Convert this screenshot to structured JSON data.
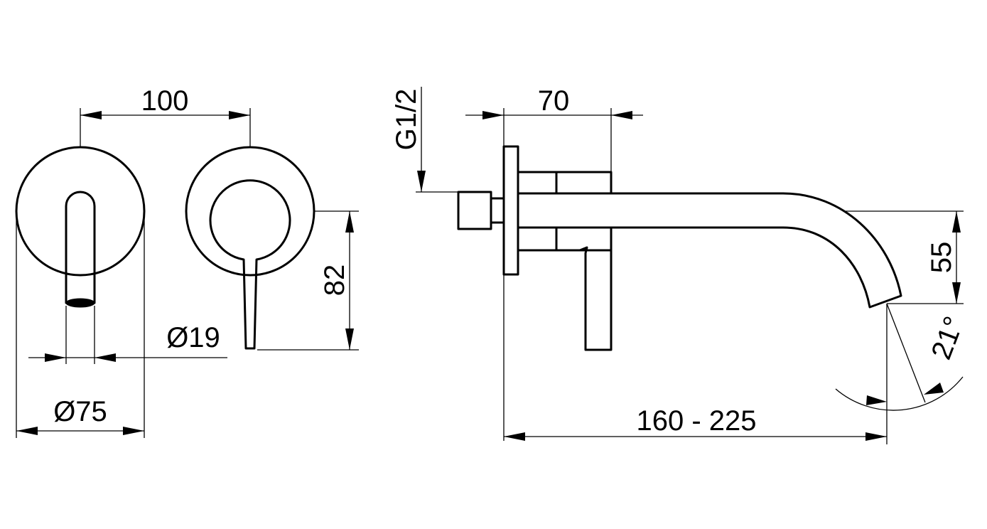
{
  "dimensions": {
    "d100": "100",
    "d19": "Ø19",
    "d75": "Ø75",
    "d82": "82",
    "g12": "G1/2",
    "d70": "70",
    "d55": "55",
    "d160": "160 - 225",
    "angle": "21°"
  },
  "colors": {
    "line": "#000000",
    "background": "#ffffff"
  }
}
